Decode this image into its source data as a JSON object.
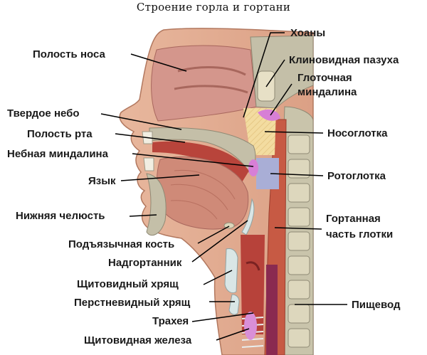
{
  "title": "Строение горла и гортани",
  "labels": {
    "nasal_cavity": "Полость носа",
    "hard_palate": "Твердое небо",
    "oral_cavity": "Полость рта",
    "palatine_tonsil": "Небная миндалина",
    "tongue": "Язык",
    "mandible": "Нижняя челюсть",
    "hyoid_bone": "Подъязычная кость",
    "epiglottis": "Надгортанник",
    "thyroid_cartilage": "Щитовидный хрящ",
    "cricoid_cartilage": "Перстневидный хрящ",
    "trachea": "Трахея",
    "thyroid_gland": "Щитовидная железа",
    "choanae": "Хоаны",
    "sphenoid_sinus": "Клиновидная пазуха",
    "pharyngeal_tonsil_1": "Глоточная",
    "pharyngeal_tonsil_2": "миндалина",
    "nasopharynx": "Носоглотка",
    "oropharynx": "Ротоглотка",
    "laryngopharynx_1": "Гортанная",
    "laryngopharynx_2": "часть глотки",
    "esophagus": "Пищевод"
  },
  "colors": {
    "skin": "#e3ae92",
    "nasal": "#d4968c",
    "bone": "#c4bfa8",
    "muscle": "#c75a44",
    "tongue": "#cf8a78",
    "nasopharynx": "#f3dca0",
    "oropharynx": "#a9aed6",
    "tonsil": "#d77fd6",
    "esophagus": "#8a2a50",
    "thyroid": "#d98fd8",
    "cartilage": "#d9e6e6"
  }
}
